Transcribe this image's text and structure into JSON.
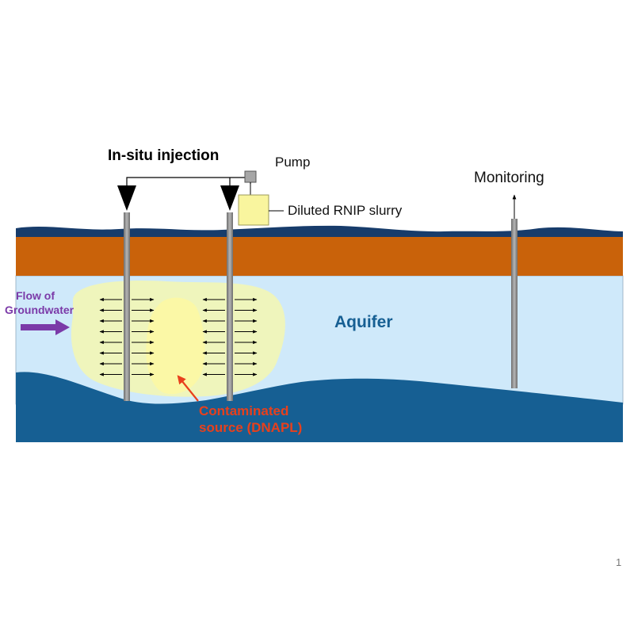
{
  "diagram": {
    "title": "In-situ injection",
    "pump_label": "Pump",
    "slurry_label": "Diluted RNIP slurry",
    "monitoring_label": "Monitoring",
    "flow_label_line1": "Flow of",
    "flow_label_line2": "Groundwater",
    "aquifer_label": "Aquifer",
    "source_label_line1": "Contaminated",
    "source_label_line2": "source (DNAPL)",
    "page_number": "1"
  },
  "colors": {
    "surface_top": "#173c6b",
    "soil_layer": "#c9620a",
    "aquifer": "#cfe9fa",
    "bedrock": "#165f93",
    "plume": "#f0f5b8",
    "source_core": "#fbf8a6",
    "pipe": "#8c8c8c",
    "flow_text": "#7b3aa8",
    "aquifer_text": "#165f93",
    "contaminant_text": "#e8401c",
    "slurry_box": "#f9f59e"
  }
}
